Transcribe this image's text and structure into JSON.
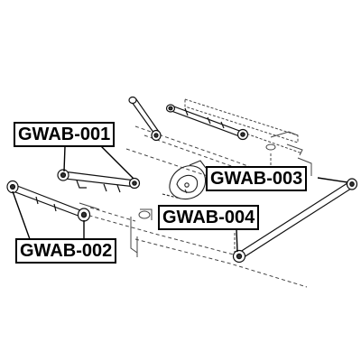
{
  "labels": {
    "gwab_001": "GWAB-001",
    "gwab_002": "GWAB-002",
    "gwab_003": "GWAB-003",
    "gwab_004": "GWAB-004"
  },
  "colors": {
    "line": "#000000",
    "dashed": "#777777",
    "background": "#ffffff"
  }
}
